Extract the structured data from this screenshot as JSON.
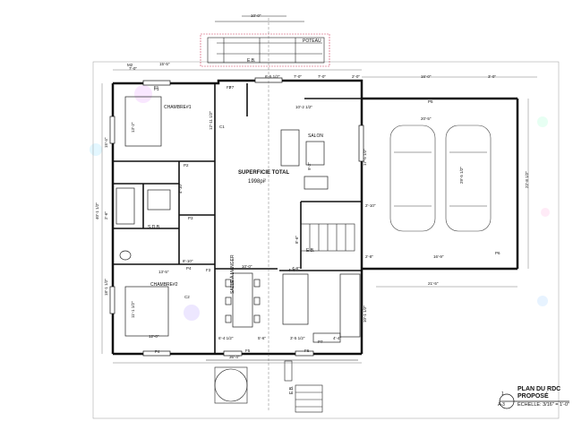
{
  "plan": {
    "rooms": {
      "chambre1": "CHAMBRE#1",
      "chambre2": "CHAMBRE#2",
      "salon": "SALON",
      "sdb": "S.D.B.",
      "salle_manger": "SALLE À MANGER",
      "poteau": "POTEAU",
      "eb1": "E.B.",
      "eb2": "E.B.",
      "eb3": "E.B."
    },
    "superficie": {
      "label": "SUPERFICIE TOTAL",
      "value": "1998pi²"
    },
    "dimensions": {
      "top_10": "10'-0\"",
      "top_15": "15'-5\"",
      "top_7a": "7'-0\"",
      "top_7b": "7'-0\"",
      "top_16": "16'-0\"",
      "top_3": "3'-0\"",
      "top_2_0": "2'-0\"",
      "top_6_5": "6'-5 1/2\"",
      "top_7c": "7'-0\"",
      "garage_20": "20'-5\"",
      "garage_29": "29'-5 1/2\"",
      "garage_22": "22'-8 1/2\"",
      "garage_16": "16'-9\"",
      "garage_21": "21'-5\"",
      "left_40": "40'-1 1/2\"",
      "left_15": "15'-4\"",
      "left_18": "18'-1 1/2\"",
      "left_13": "13'-2\"",
      "left_11": "11'-1 1/2\"",
      "left_2_6": "2'-6\"",
      "bottom_36": "36'-4\"",
      "bottom_12": "12'-0\"",
      "bottom_6_4": "6'-4 1/2\"",
      "bottom_5_6": "5'-6\"",
      "bottom_3_5": "3'-5 1/2\"",
      "bottom_4_4": "4'-4\"",
      "mid_10": "10'-0\"",
      "mid_4_6": "4'-6\"",
      "mid_17": "17'-5 1/2\"",
      "mid_10_2": "10'-2 1/2\"",
      "mid_8_6": "8'-6\"",
      "mid_13_5": "13'-5\"",
      "mid_2_10": "2'-10\"",
      "mid_2_8": "2'-8\"",
      "mid_10_1": "10'-1 1/2\"",
      "mid_12_11": "12'-11 1/2\"",
      "mid_8_10": "8'-10\"",
      "mid_4_10": "4'-10\"",
      "mid_4_4": "4'-4\"",
      "mid_9_2": "9'-2\""
    },
    "tags": [
      "P1",
      "P2",
      "P3",
      "P4",
      "P5",
      "P6",
      "P7",
      "F1",
      "F2",
      "F3",
      "F4",
      "F5",
      "F6",
      "F7",
      "C1",
      "C2",
      "M2"
    ]
  },
  "title_block": {
    "title": "PLAN DU RDC",
    "subtitle": "PROPOSÉ",
    "scale": "ÉCHELLE: 3/16\" = 1'-0\"",
    "detail_number": "1",
    "sheet": "A-3"
  }
}
